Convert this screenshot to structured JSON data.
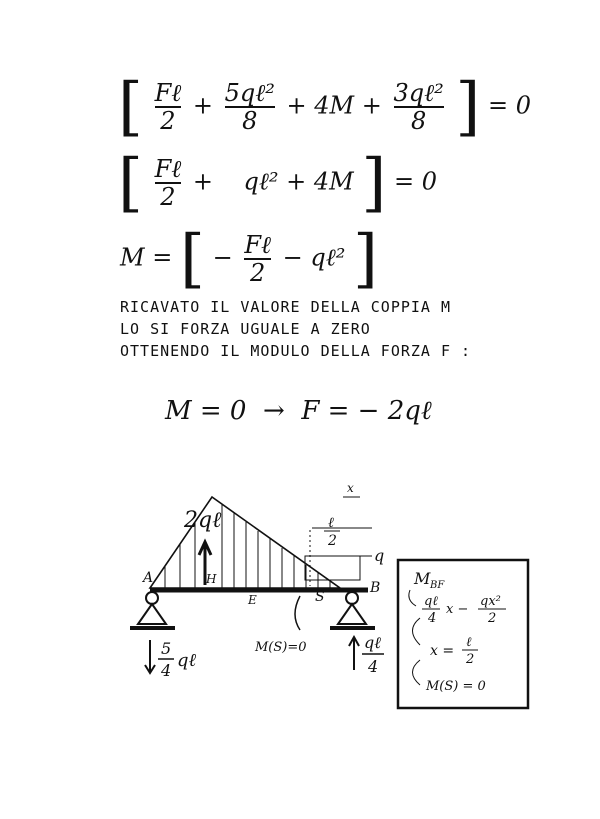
{
  "equations": {
    "eq1": {
      "open": "[",
      "t1_num": "Fℓ",
      "t1_den": "2",
      "plus1": "+",
      "t2_num": "5qℓ²",
      "t2_den": "8",
      "plus2": "+ 4M +",
      "t3_num": "3qℓ²",
      "t3_den": "8",
      "close": "]",
      "rhs": "= 0"
    },
    "eq2": {
      "open": "[",
      "t1_num": "Fℓ",
      "t1_den": "2",
      "mid": "+    qℓ² + 4M",
      "close": "]",
      "rhs": "= 0"
    },
    "eq3": {
      "lhs": "M =",
      "open": "[",
      "minus1": "−",
      "t1_num": "Fℓ",
      "t1_den": "2",
      "rest": "− qℓ²",
      "close": "]"
    },
    "eq4": "M = 0  →  F = − 2qℓ"
  },
  "notes": [
    "RICAVATO IL VALORE DELLA COPPIA M",
    "LO SI FORZA UGUALE A ZERO",
    "OTTENENDO IL MODULO DELLA FORZA F :"
  ],
  "diagram": {
    "peak_label": "2qℓ",
    "label_A": "A",
    "label_B": "B",
    "label_H": "H",
    "label_E": "E",
    "label_S": "S",
    "label_x": "x",
    "label_half_num": "ℓ",
    "label_half_den": "2",
    "label_q": "q",
    "moment_label": "M(S)=0",
    "reaction_left_num": "5",
    "reaction_left_den": "4",
    "reaction_left_sym": "qℓ",
    "reaction_right_num": "qℓ",
    "reaction_right_den": "4"
  },
  "box": {
    "title": "M",
    "title_sub": "BF",
    "line1_num": "qℓ",
    "line1_den": "4",
    "line1_mid": "x −",
    "line1_num2": "qx²",
    "line1_den2": "2",
    "line2": "x =",
    "line2_num": "ℓ",
    "line2_den": "2",
    "line3": "M(S) = 0"
  }
}
